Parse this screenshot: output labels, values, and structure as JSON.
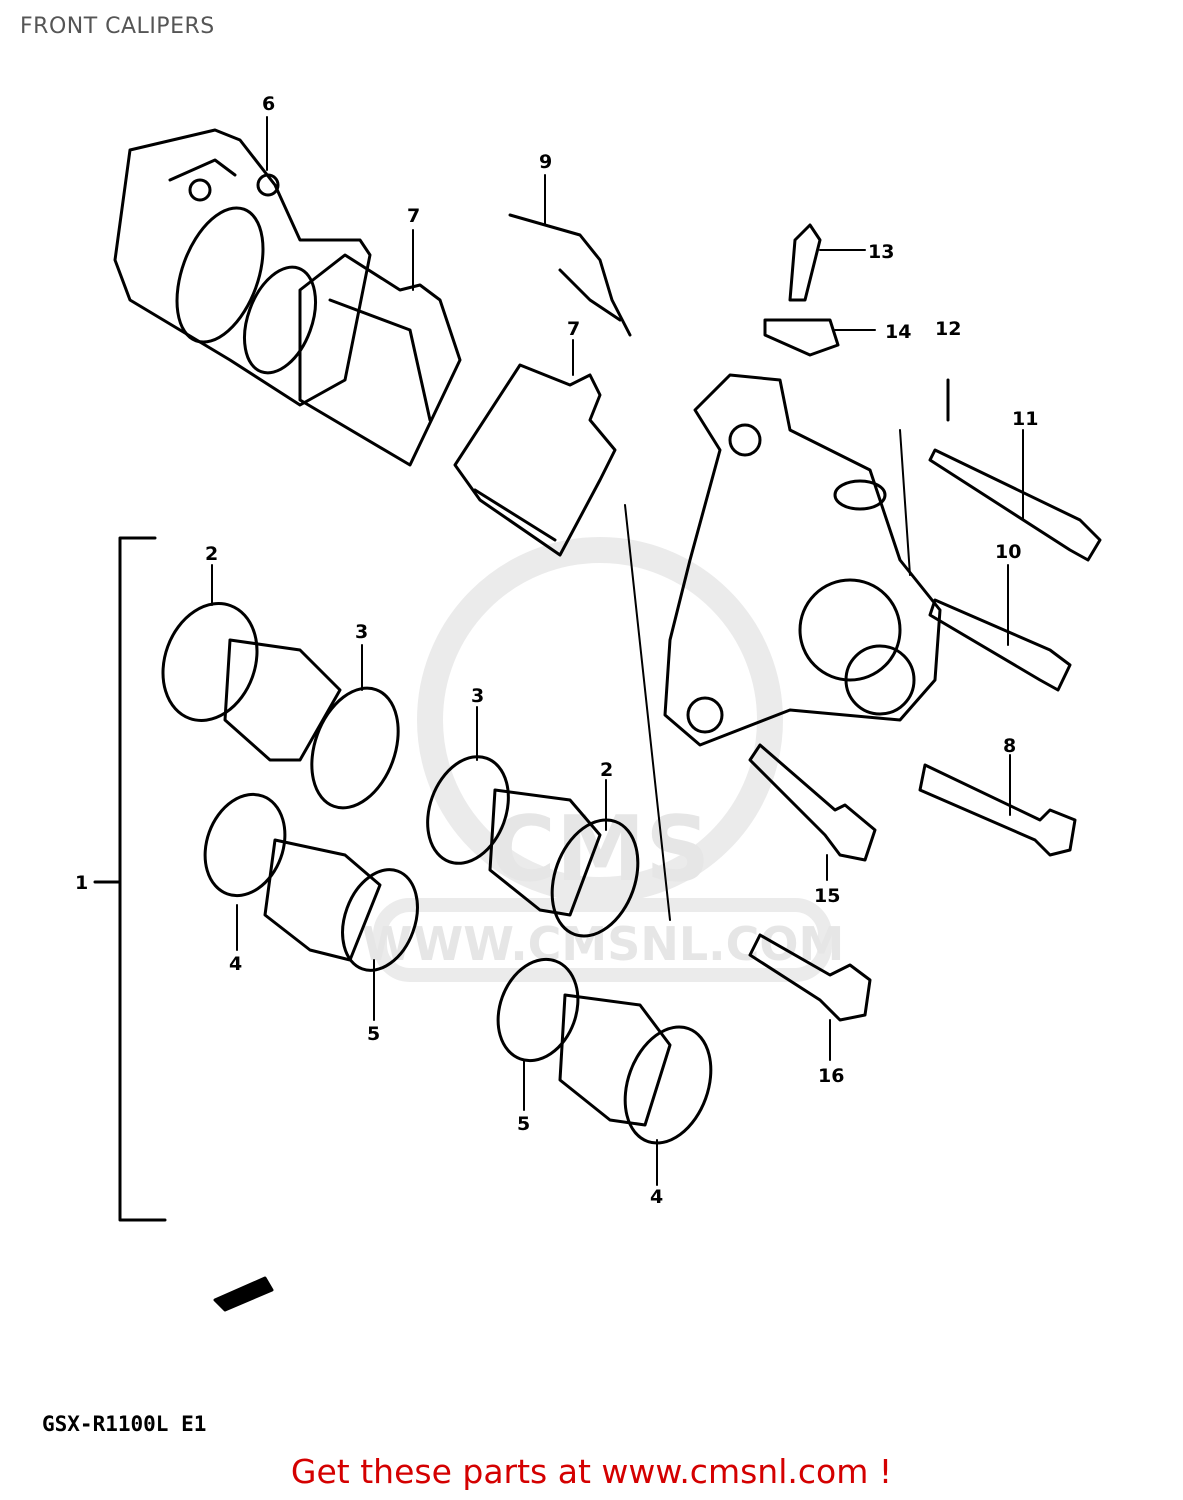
{
  "title": "FRONT CALIPERS",
  "model_code": "GSX-R1100L E1",
  "footer_link": "Get these parts at www.cmsnl.com !",
  "watermark": {
    "logo_text": "CMS",
    "url_text": "WWW.CMSNL.COM"
  },
  "callouts": {
    "c1": "1",
    "c2a": "2",
    "c2b": "2",
    "c3a": "3",
    "c3b": "3",
    "c4a": "4",
    "c4b": "4",
    "c5a": "5",
    "c5b": "5",
    "c6": "6",
    "c7a": "7",
    "c7b": "7",
    "c8": "8",
    "c9": "9",
    "c10": "10",
    "c11": "11",
    "c12": "12",
    "c13": "13",
    "c14": "14",
    "c15": "15",
    "c16": "16"
  },
  "colors": {
    "line": "#000000",
    "footer": "#d40000",
    "watermark": "#e6e6e6"
  }
}
